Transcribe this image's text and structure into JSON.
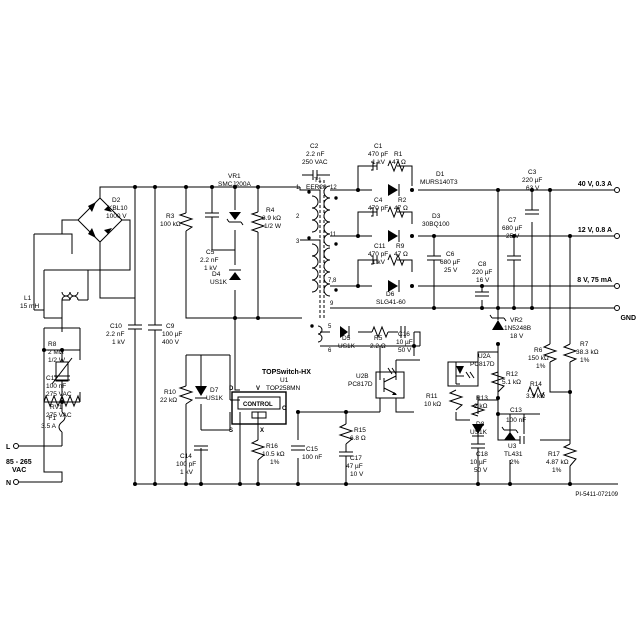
{
  "components": {
    "L": "L",
    "N": "N",
    "input_range": "85 - 265",
    "input_unit": "VAC",
    "F1": [
      "F1",
      "3.5 A"
    ],
    "RV1": [
      "RV1",
      "275 VAC"
    ],
    "C12": [
      "C12",
      "100 nF",
      "275 VAC"
    ],
    "R8": [
      "R8",
      "2 MΩ",
      "1/2 W"
    ],
    "L1": [
      "L1",
      "15 mH"
    ],
    "D2": [
      "D2",
      "KBL10",
      "1000 V"
    ],
    "C10": [
      "C10",
      "2.2 nF",
      "1 kV"
    ],
    "C9": [
      "C9",
      "100 µF",
      "400 V"
    ],
    "R3": [
      "R3",
      "100 kΩ"
    ],
    "C5": [
      "C5",
      "2.2 nF",
      "1 kV"
    ],
    "D4": [
      "D4",
      "US1K"
    ],
    "VR1": [
      "VR1",
      "SMCJ200A"
    ],
    "R4": [
      "R4",
      "3.9 kΩ",
      "1/2 W"
    ],
    "C2": [
      "C2",
      "2.2 nF",
      "250 VAC"
    ],
    "T1": [
      "T1",
      "EER28"
    ],
    "R10": [
      "R10",
      "22 kΩ"
    ],
    "D7": [
      "D7",
      "US1K"
    ],
    "C14": [
      "C14",
      "100 pF",
      "1 kV"
    ],
    "U1": [
      "TOPSwitch-HX",
      "U1",
      "TOP258MN"
    ],
    "control": "CONTROL",
    "pin_d": "D",
    "pin_v": "V",
    "pin_c": "C",
    "pin_s": "S",
    "pin_x": "X",
    "R16": [
      "R16",
      "10.5 kΩ",
      "1%"
    ],
    "C15": [
      "C15",
      "100 nF"
    ],
    "R15": [
      "R15",
      "6.8 Ω"
    ],
    "C17": [
      "C17",
      "47 µF",
      "10 V"
    ],
    "D5": [
      "D5",
      "US1K"
    ],
    "R5": [
      "R5",
      "2.2 Ω"
    ],
    "C16": [
      "C16",
      "10 µF",
      "50 V"
    ],
    "U2B": [
      "U2B",
      "PC817D"
    ],
    "C1": [
      "C1",
      "470 pF",
      "1 kV"
    ],
    "R1": [
      "R1",
      "47 Ω"
    ],
    "D1": [
      "D1",
      "MURS140T3"
    ],
    "C4": [
      "C4",
      "470 pF"
    ],
    "R2": [
      "R2",
      "47 Ω"
    ],
    "D3": [
      "D3",
      "30BQ100"
    ],
    "C11": [
      "C11",
      "470 pF",
      "1 kV"
    ],
    "R9": [
      "R9",
      "47 Ω"
    ],
    "D6": [
      "D6",
      "SLG41-60"
    ],
    "C6": [
      "C6",
      "680 µF",
      "25 V"
    ],
    "C3": [
      "C3",
      "220 µF",
      "63 V"
    ],
    "C7": [
      "C7",
      "680 µF",
      "25 V"
    ],
    "C8": [
      "C8",
      "220 µF",
      "16 V"
    ],
    "VR2": [
      "VR2",
      "1N5248B",
      "18 V"
    ],
    "U2A": [
      "U2A",
      "PC817D"
    ],
    "R12": [
      "R12",
      "5.1 kΩ"
    ],
    "R6": [
      "R6",
      "150 kΩ",
      "1%"
    ],
    "R7": [
      "R7",
      "38.3 kΩ",
      "1%"
    ],
    "R11": [
      "R11",
      "10 kΩ"
    ],
    "R13": [
      "R13",
      "2 kΩ"
    ],
    "R14": [
      "R14",
      "3.3 kΩ"
    ],
    "C13": [
      "C13",
      "100 nF"
    ],
    "D8": [
      "D8",
      "US1K"
    ],
    "C18": [
      "C18",
      "10 µF",
      "50 V"
    ],
    "U3": [
      "U3",
      "TL431",
      "2%"
    ],
    "R17": [
      "R17",
      "4.87 kΩ",
      "1%"
    ]
  },
  "pins": [
    "1",
    "12",
    "2",
    "3",
    "11",
    "7,8",
    "9",
    "5",
    "6"
  ],
  "outputs": [
    "40 V, 0.3 A",
    "12 V, 0.8 A",
    "8 V, 75 mA",
    "GND"
  ],
  "footer": "PI-5411-072109"
}
